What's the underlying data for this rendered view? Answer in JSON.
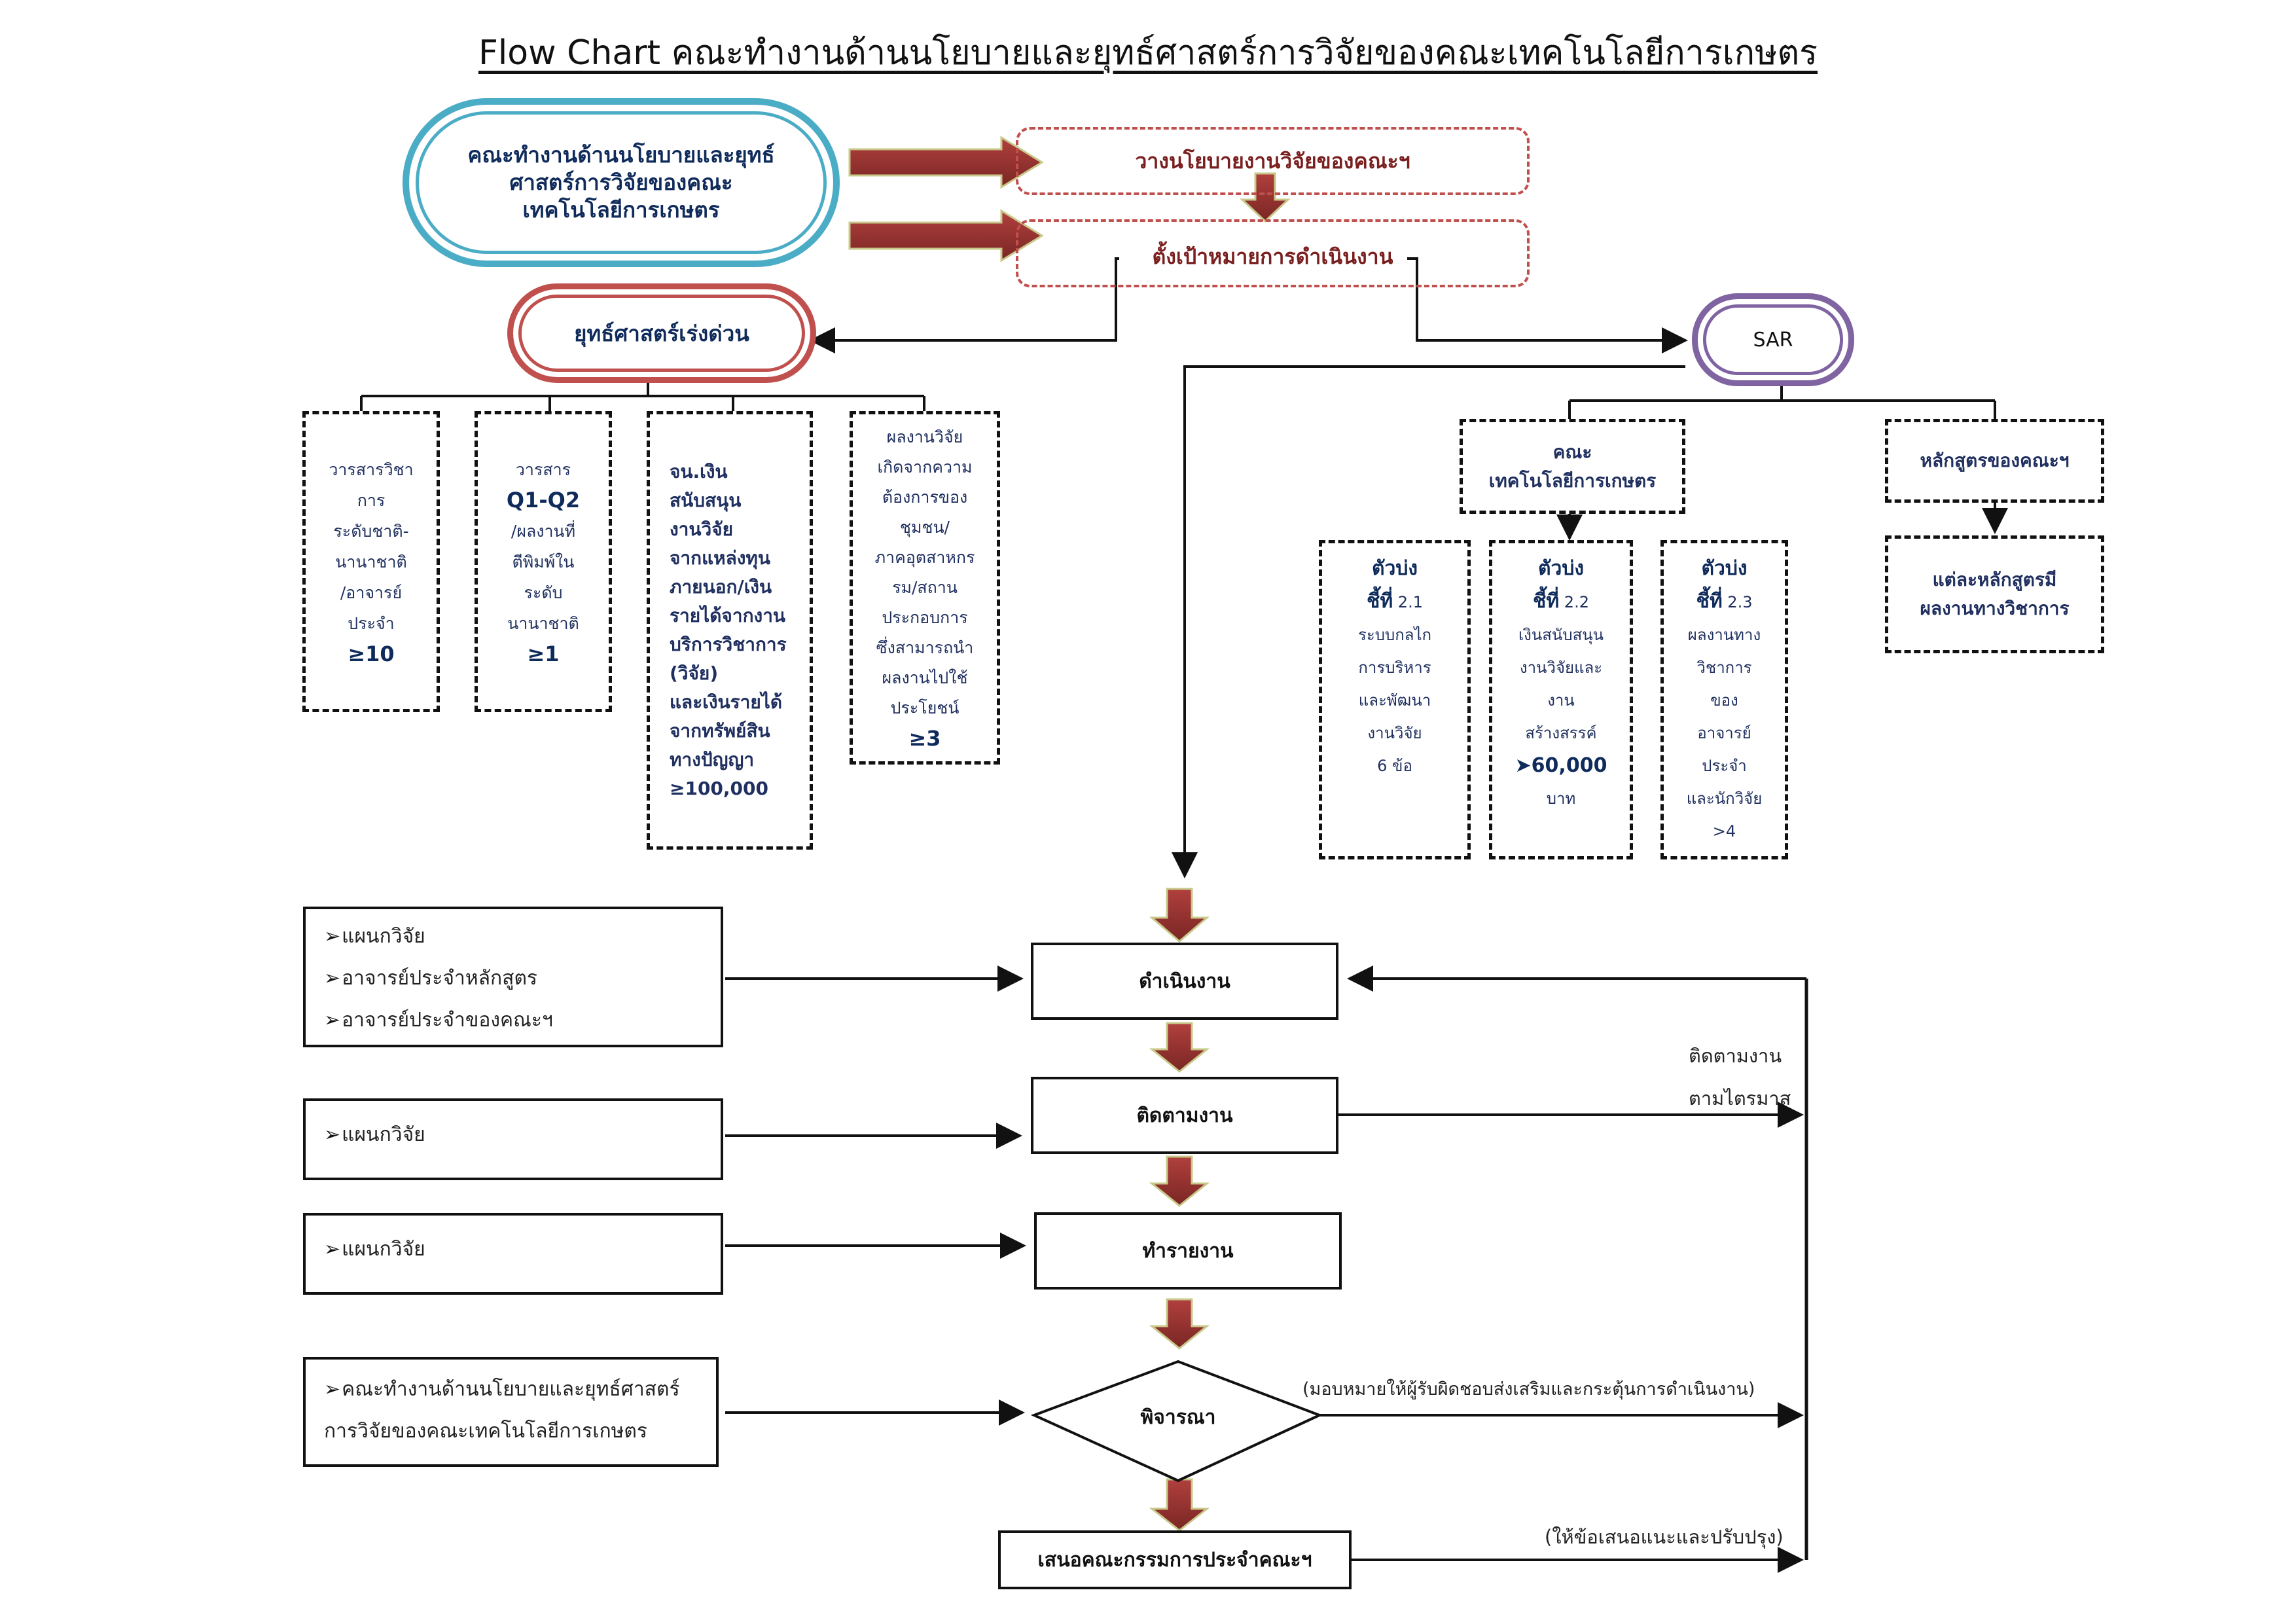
{
  "title": "Flow Chart คณะทำงานด้านนโยบายและยุทธ์ศาสตร์การวิจัยของคณะเทคโนโลยีการเกษตร",
  "top_left": {
    "lines": [
      "คณะทำงานด้านนโยบายและยุทธ์",
      "ศาสตร์การวิจัยของคณะ",
      "เทคโนโลยีการเกษตร"
    ]
  },
  "policy_box": "วางนโยบายงานวิจัยของคณะฯ",
  "target_box": "ตั้งเป้าหมายการดำเนินงาน",
  "urgent_strategy": "ยุทธ์ศาสตร์เร่งด่วน",
  "sar": "SAR",
  "strategy_items": [
    {
      "lines": [
        "วารสารวิชา",
        "การ",
        "ระดับชาติ-",
        "นานาชาติ",
        "/อาจารย์",
        "ประจำ"
      ],
      "value": "≥10"
    },
    {
      "lines": [
        "วารสาร"
      ],
      "bold": "Q1-Q2",
      "lines2": [
        "/ผลงานที่",
        "ตีพิมพ์ใน",
        "ระดับ",
        "นานาชาติ"
      ],
      "value": "≥1"
    },
    {
      "lines": [
        "จน.เงิน",
        "สนับสนุน",
        "งานวิจัย",
        "จากแหล่งทุน",
        "ภายนอก/เงิน",
        "รายได้จากงาน",
        "บริการวิชาการ",
        "(วิจัย)",
        "และเงินรายได้",
        "จากทรัพย์สิน",
        "ทางปัญญา"
      ],
      "value": "≥100,000"
    },
    {
      "lines": [
        "ผลงานวิจัย",
        "เกิดจากความ",
        "ต้องการของ",
        "ชุมชน/",
        "ภาคอุตสาหกร",
        "รม/สถาน",
        "ประกอบการ",
        "ซึ่งสามารถนำ",
        "ผลงานไปใช้",
        "ประโยชน์"
      ],
      "value": "≥3"
    }
  ],
  "faculty_box": [
    "คณะ",
    "เทคโนโลยีการเกษตร"
  ],
  "curriculum_box": "หลักสูตรของคณะฯ",
  "curriculum_sub": [
    "แต่ละหลักสูตรมี",
    "ผลงานทางวิชาการ"
  ],
  "kpis": [
    {
      "head": [
        "ตัวบ่ง",
        "ชี้ที่"
      ],
      "num": "2.1",
      "lines": [
        "ระบบกลไก",
        "การบริหาร",
        "และพัฒนา",
        "งานวิจัย",
        "6 ข้อ"
      ],
      "value": ""
    },
    {
      "head": [
        "ตัวบ่ง",
        "ชี้ที่"
      ],
      "num": "2.2",
      "lines": [
        "เงินสนับสนุน",
        "งานวิจัยและ",
        "งาน",
        "สร้างสรรค์"
      ],
      "value": "➤60,000",
      "after": "บาท"
    },
    {
      "head": [
        "ตัวบ่ง",
        "ชี้ที่"
      ],
      "num": "2.3",
      "lines": [
        "ผลงานทาง",
        "วิชาการ",
        "ของ",
        "อาจารย์",
        "ประจำ",
        "และนักวิจัย",
        ">4"
      ],
      "value": ""
    }
  ],
  "flow_steps": {
    "operate": "ดำเนินงาน",
    "monitor": "ติดตามงาน",
    "report": "ทำรายงาน",
    "consider": "พิจารณา",
    "present": "เสนอคณะกรรมการประจำคณะฯ"
  },
  "inputs": [
    {
      "items": [
        "แผนกวิจัย",
        "อาจารย์ประจำหลักสูตร",
        "อาจารย์ประจำของคณะฯ"
      ]
    },
    {
      "items": [
        "แผนกวิจัย"
      ]
    },
    {
      "items": [
        "แผนกวิจัย"
      ]
    },
    {
      "items": [
        "คณะทำงานด้านนโยบายและยุทธ์ศาสตร์"
      ],
      "cont": "การวิจัยของคณะเทคโนโลยีการเกษตร"
    }
  ],
  "notes": {
    "monitor_1": "ติดตามงาน",
    "monitor_2": "ตามไตรมาส",
    "consider": "(มอบหมายให้ผู้รับผิดชอบส่งเสริมและกระตุ้นการดำเนินงาน)",
    "present": "(ให้ข้อเสนอแนะและปรับปรุง)"
  },
  "colors": {
    "blue_pill": "#4bacc6",
    "red_pill": "#c0504d",
    "purple_pill": "#8064a2",
    "block_arrow": "#953735",
    "dark_navy_text": "#0f2b5b"
  }
}
